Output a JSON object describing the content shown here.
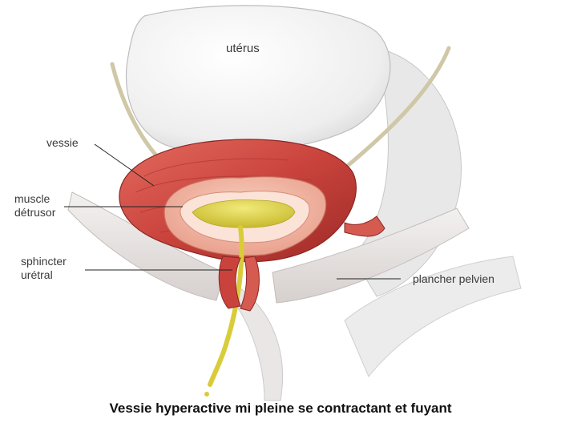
{
  "labels": {
    "uterus": "utérus",
    "vessie": "vessie",
    "muscle_line1": "muscle",
    "muscle_line2": "détrusor",
    "sphincter_line1": "sphincter",
    "sphincter_line2": "urétral",
    "plancher": "plancher pelvien"
  },
  "caption": "Vessie hyperactive mi pleine se contractant et fuyant",
  "colors": {
    "uterus_fill": "#efefef",
    "muscle": "#c9433c",
    "urine": "#d9cc3a",
    "tissue": "#f2b9a4",
    "pelvic_floor": "#e6e2e0",
    "leader_line": "#222222"
  }
}
